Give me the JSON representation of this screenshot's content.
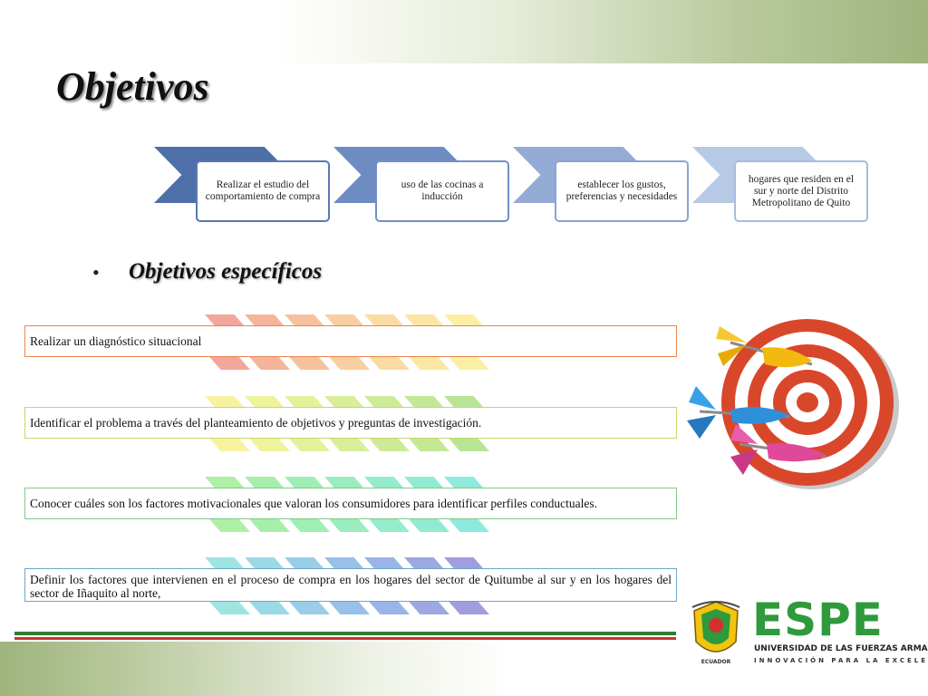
{
  "slide": {
    "title": "Objetivos",
    "process": [
      {
        "text": "Realizar el estudio del comportamiento de compra",
        "color": "#4f6fa8",
        "border": "#5a78b3"
      },
      {
        "text": "uso de las  cocinas  a inducción",
        "color": "#6e8cc2",
        "border": "#7090c8"
      },
      {
        "text": "establecer los gustos, preferencias y necesidades",
        "color": "#94abd6",
        "border": "#8aa3d2"
      },
      {
        "text": "hogares que residen en el sur y norte del Distrito Metropolitano de Quito",
        "color": "#b8c9e6",
        "border": "#a7bce0"
      }
    ],
    "bullet_glyph": "•",
    "subtitle": "Objetivos específicos",
    "objectives": [
      {
        "text": "Realizar un diagnóstico situacional",
        "border": "#e8864a",
        "chevrons": [
          "#f3a79a",
          "#f4b59b",
          "#f6c29e",
          "#f8cfa0",
          "#fadca2",
          "#fbe7a3",
          "#fcefa4"
        ]
      },
      {
        "text": "Identificar el problema a través del planteamiento de objetivos y preguntas de investigación.",
        "border": "#c8d66a",
        "chevrons": [
          "#f7f2a0",
          "#eef39c",
          "#e3f19a",
          "#d8ee98",
          "#cdeb97",
          "#c3e896",
          "#b8e595"
        ]
      },
      {
        "text": "Conocer cuáles son los factores motivacionales que valoran los consumidores para identificar perfiles conductuales.",
        "border": "#7ccb8a",
        "chevrons": [
          "#aef0a4",
          "#a6efab",
          "#9feeb4",
          "#99edbe",
          "#94ecc8",
          "#90ebd2",
          "#8deadc"
        ]
      },
      {
        "text": "Definir los factores que intervienen en el proceso de compra en los hogares del sector de Quitumbe al sur y en los hogares del sector de Iñaquito al norte,",
        "border": "#6aa8c8",
        "chevrons": [
          "#9ee5e2",
          "#9bd9e6",
          "#99cde8",
          "#98c0e8",
          "#99b4e6",
          "#9ca8e2",
          "#a09ede"
        ]
      }
    ]
  },
  "logo": {
    "name": "ESPE",
    "university": "UNIVERSIDAD DE LAS FUERZAS ARMADAS",
    "motto": "INNOVACIÓN PARA LA EXCELENCIA",
    "crest_label": "ECUADOR"
  },
  "colors": {
    "green_line": "#2e7d32",
    "red_line": "#d32f2f",
    "target_red": "#d9472b",
    "dart_yellow": "#f2b90f",
    "dart_blue": "#2f8fd8",
    "dart_pink": "#e0489a"
  },
  "icons": [
    "target-icon",
    "dart-icon",
    "crest-icon"
  ]
}
